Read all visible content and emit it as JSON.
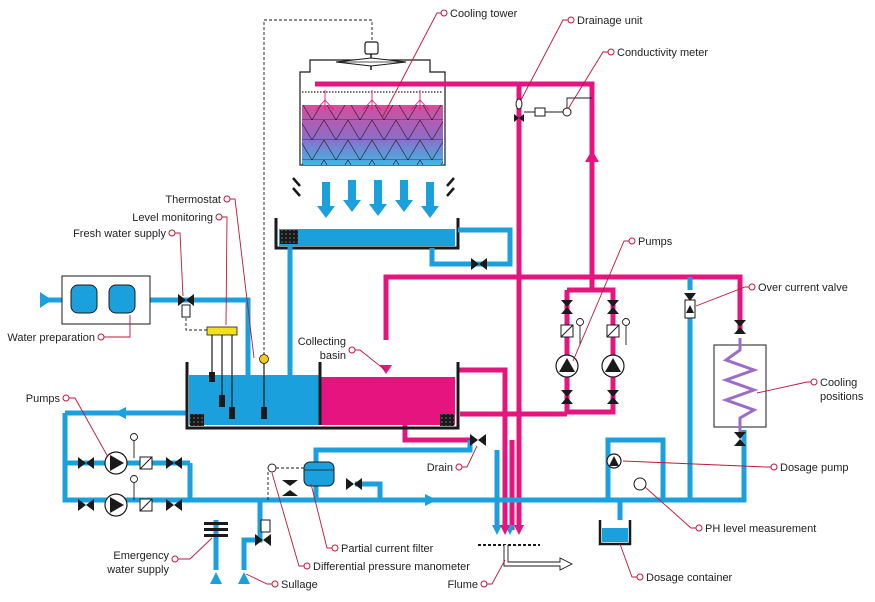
{
  "colors": {
    "blue": "#1aa0dd",
    "magenta": "#e5147e",
    "dark": "#1a1a1a",
    "leader": "#c0163a",
    "label_text": "#222222"
  },
  "labels": {
    "cooling_tower": "Cooling tower",
    "drainage_unit": "Drainage unit",
    "conductivity_meter": "Conductivity meter",
    "thermostat": "Thermostat",
    "level_monitoring": "Level monitoring",
    "fresh_water_supply": "Fresh water supply",
    "water_preparation": "Water preparation",
    "pumps_right": "Pumps",
    "over_current_valve": "Over current valve",
    "collecting_basin_1": "Collecting",
    "collecting_basin_2": "basin",
    "cooling_positions_1": "Cooling",
    "cooling_positions_2": "positions",
    "pumps_left": "Pumps",
    "drain": "Drain",
    "dosage_pump": "Dosage pump",
    "ph_level_measurement": "PH level measurement",
    "partial_current_filter": "Partial current filter",
    "emergency_water_supply_1": "Emergency",
    "emergency_water_supply_2": "water supply",
    "differential_pressure_manometer": "Differential pressure manometer",
    "sullage": "Sullage",
    "flume": "Flume",
    "dosage_container": "Dosage container"
  }
}
